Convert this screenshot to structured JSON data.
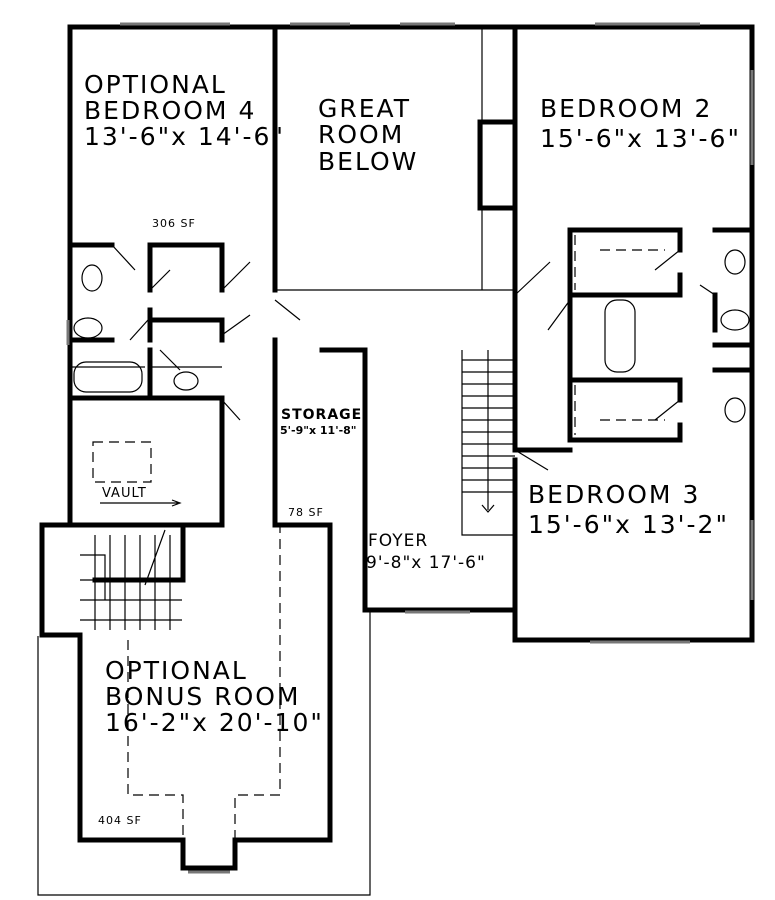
{
  "plan": {
    "rooms": [
      {
        "id": "bedroom-4",
        "name": "OPTIONAL\nBEDROOM 4",
        "size": "13'-6\"x 14'-6\"",
        "area": "306 SF"
      },
      {
        "id": "great-room",
        "name": "GREAT\nROOM\nBELOW"
      },
      {
        "id": "bedroom-2",
        "name": "BEDROOM 2",
        "size": "15'-6\"x 13'-6\""
      },
      {
        "id": "storage",
        "name": "STORAGE",
        "size": "5'-9\"x 11'-8\"",
        "area": "78 SF"
      },
      {
        "id": "vault",
        "name": "VAULT"
      },
      {
        "id": "bedroom-3",
        "name": "BEDROOM 3",
        "size": "15'-6\"x 13'-2\""
      },
      {
        "id": "foyer",
        "name": "FOYER",
        "size": "9'-8\"x 17'-6\""
      },
      {
        "id": "bonus-room",
        "name": "OPTIONAL\nBONUS ROOM",
        "size": "16'-2\"x 20'-10\"",
        "area": "404 SF"
      }
    ]
  }
}
